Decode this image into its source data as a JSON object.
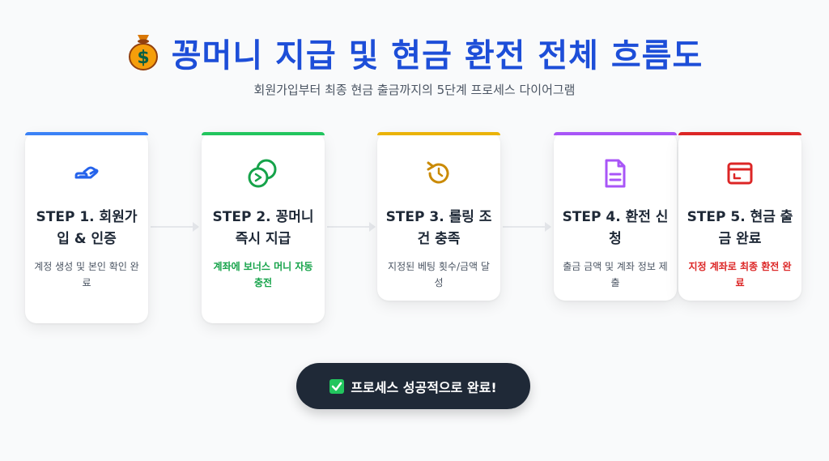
{
  "header": {
    "title": "꽁머니 지급 및 현금 환전 전체 흐름도",
    "subtitle": "회원가입부터 최종 현금 출금까지의 5단계 프로세스 다이어그램",
    "icon": "money-bag-icon"
  },
  "steps": [
    {
      "title": "STEP 1. 회원가입 & 인증",
      "desc": "계정 생성 및 본인 확인 완료",
      "icon": "handshake-icon",
      "color": "#3b82f6"
    },
    {
      "title": "STEP 2. 꽁머니 즉시 지급",
      "desc": "계좌에 보너스 머니 자동 충전",
      "icon": "coins-icon",
      "color": "#22c55e"
    },
    {
      "title": "STEP 3. 롤링 조건 충족",
      "desc": "지정된 베팅 횟수/금액 달성",
      "icon": "rotate-icon",
      "color": "#eab308"
    },
    {
      "title": "STEP 4. 환전 신청",
      "desc": "출금 금액 및 계좌 정보 제출",
      "icon": "document-icon",
      "color": "#a855f7"
    },
    {
      "title": "STEP 5. 현금 출금 완료",
      "desc": "지정 계좌로 최종 환전 완료",
      "icon": "wallet-icon",
      "color": "#dc2626"
    }
  ],
  "footer": {
    "label": "프로세스 성공적으로 완료!",
    "icon": "check-icon"
  }
}
